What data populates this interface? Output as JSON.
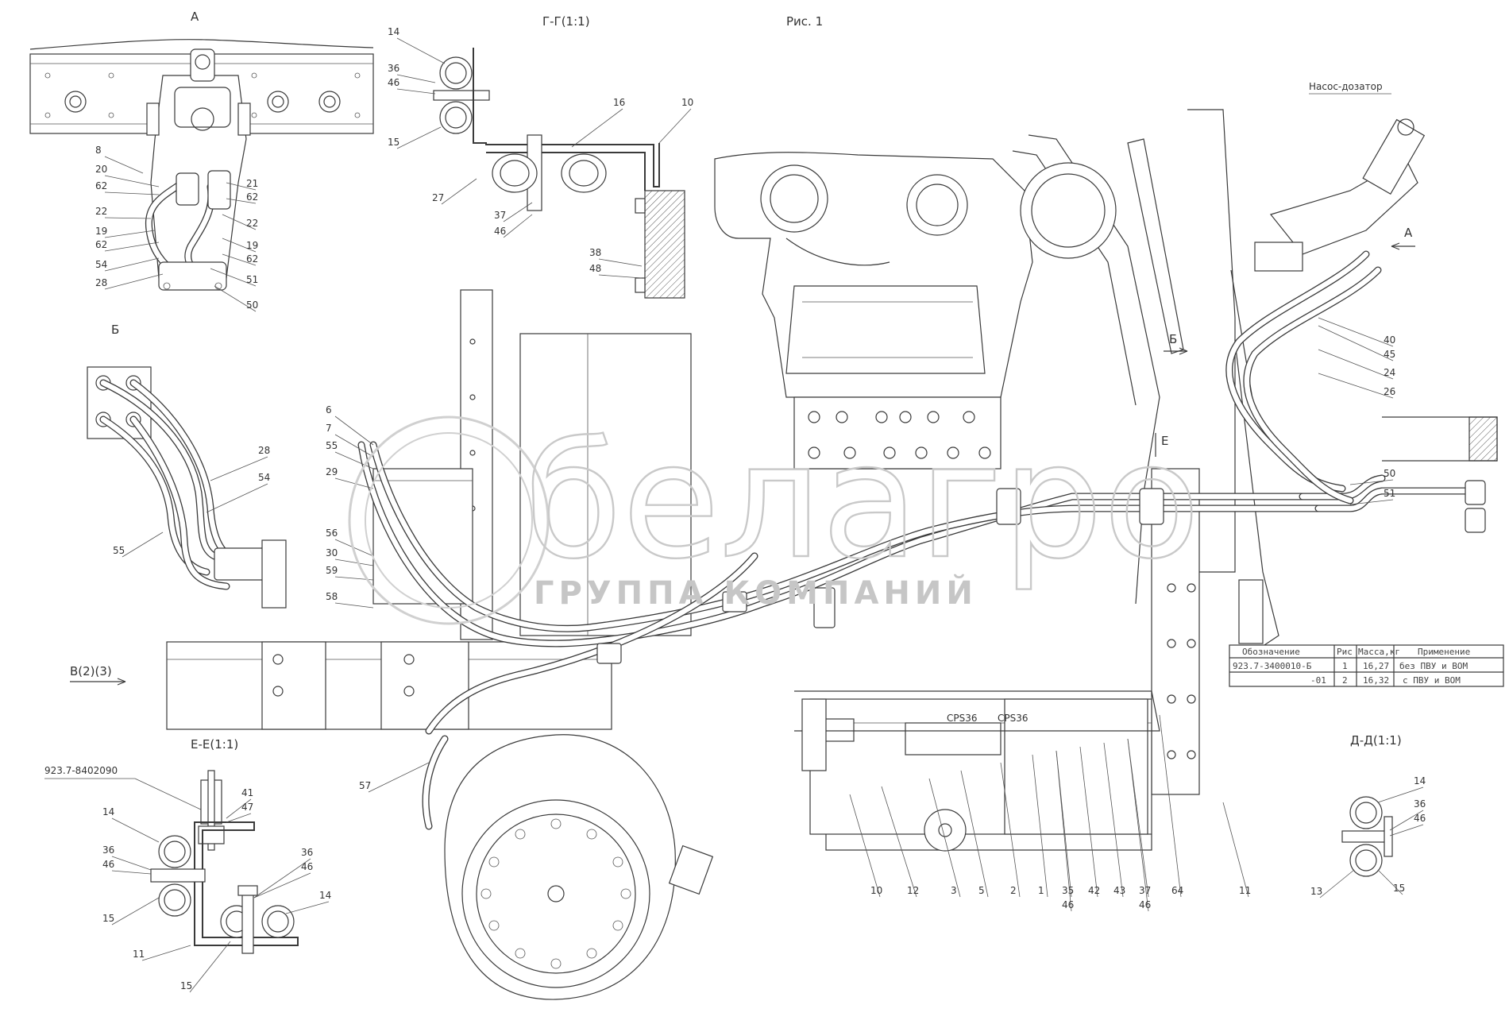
{
  "views": {
    "fig": "Рис. 1",
    "a": "А",
    "b": "Б",
    "gg": "Г-Г(1:1)",
    "ee": "Е-Е(1:1)",
    "dd": "Д-Д(1:1)",
    "v_ref": "В(2)(3)",
    "pump": "Насос-дозатор",
    "arrow_a": "А",
    "arrow_b": "Б",
    "arrow_e": "Е",
    "part_ref": "923.7-8402090"
  },
  "watermark": {
    "brand": "белагро",
    "subtitle": "ГРУППА КОМПАНИЙ"
  },
  "table": {
    "headers": [
      "Обозначение",
      "Рис",
      "Масса,кг",
      "Применение"
    ],
    "rows": [
      [
        "923.7-3400010-Б",
        "1",
        "16,27",
        "без ПВУ и ВОМ"
      ],
      [
        "-01",
        "2",
        "16,32",
        "с ПВУ и ВОМ"
      ]
    ]
  },
  "engine_marks": [
    "CPS36",
    "CPS36"
  ],
  "callouts": {
    "a_view": [
      {
        "t": "8"
      },
      {
        "t": "20"
      },
      {
        "t": "62"
      },
      {
        "t": "22"
      },
      {
        "t": "19"
      },
      {
        "t": "62"
      },
      {
        "t": "54"
      },
      {
        "t": "28"
      },
      {
        "t": "21"
      },
      {
        "t": "62"
      },
      {
        "t": "22"
      },
      {
        "t": "19"
      },
      {
        "t": "62"
      },
      {
        "t": "51"
      },
      {
        "t": "50"
      }
    ],
    "gg_view": [
      {
        "t": "14"
      },
      {
        "t": "36"
      },
      {
        "t": "46"
      },
      {
        "t": "15"
      },
      {
        "t": "16"
      },
      {
        "t": "10"
      },
      {
        "t": "27"
      },
      {
        "t": "37"
      },
      {
        "t": "46"
      },
      {
        "t": "38"
      },
      {
        "t": "48"
      }
    ],
    "b_view": [
      {
        "t": "28"
      },
      {
        "t": "54"
      },
      {
        "t": "55"
      }
    ],
    "main_left": [
      {
        "t": "6"
      },
      {
        "t": "7"
      },
      {
        "t": "55"
      },
      {
        "t": "29"
      },
      {
        "t": "56"
      },
      {
        "t": "30"
      },
      {
        "t": "59"
      },
      {
        "t": "58"
      },
      {
        "t": "57"
      }
    ],
    "main_right": [
      {
        "t": "40"
      },
      {
        "t": "45"
      },
      {
        "t": "24"
      },
      {
        "t": "26"
      },
      {
        "t": "50"
      },
      {
        "t": "51"
      }
    ],
    "bottom": [
      {
        "t": "10"
      },
      {
        "t": "12"
      },
      {
        "t": "3"
      },
      {
        "t": "5"
      },
      {
        "t": "2"
      },
      {
        "t": "1"
      },
      {
        "t": "35"
      },
      {
        "t": "46"
      },
      {
        "t": "42"
      },
      {
        "t": "43"
      },
      {
        "t": "37"
      },
      {
        "t": "46"
      },
      {
        "t": "64"
      },
      {
        "t": "11"
      }
    ],
    "ee_view": [
      {
        "t": "41"
      },
      {
        "t": "47"
      },
      {
        "t": "14"
      },
      {
        "t": "36"
      },
      {
        "t": "46"
      },
      {
        "t": "15"
      },
      {
        "t": "36"
      },
      {
        "t": "46"
      },
      {
        "t": "14"
      },
      {
        "t": "11"
      },
      {
        "t": "15"
      }
    ],
    "dd_view": [
      {
        "t": "14"
      },
      {
        "t": "36"
      },
      {
        "t": "46"
      },
      {
        "t": "13"
      },
      {
        "t": "15"
      }
    ]
  }
}
